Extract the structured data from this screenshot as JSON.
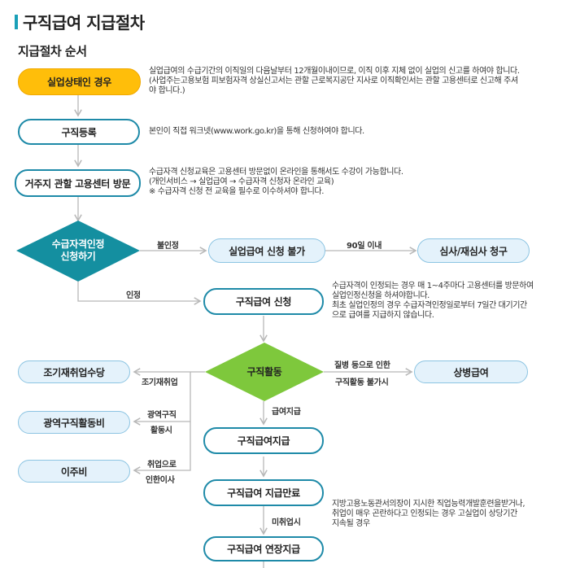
{
  "page": {
    "title": "구직급여 지급절차",
    "section_title": "지급절차 순서"
  },
  "nodes": {
    "unemployed": "실업상태인 경우",
    "job_register": "구직등록",
    "center_visit": "거주지 관할 고용센터 방문",
    "eligibility": [
      "수급자격인정",
      "신청하기"
    ],
    "not_possible": "실업급여 신청 불가",
    "review": "심사/재심사 청구",
    "apply": "구직급여 신청",
    "job_activity": "구직활동",
    "early_employment": "조기재취업수당",
    "wide_area": "광역구직활동비",
    "relocation": "이주비",
    "sickness": "상병급여",
    "payment": "구직급여지급",
    "end": "구직급여 지급만료",
    "extended": "구직급여 연장지급"
  },
  "labels": {
    "not_approved": "불인정",
    "within_90": "90일 이내",
    "approved": "인정",
    "sickness_1": "질병 등으로 인한",
    "sickness_2": "구직활동 불가시",
    "early": "조기재취업",
    "wide_1": "광역구직",
    "wide_2": "활동시",
    "reloc_1": "취업으로",
    "reloc_2": "인한이사",
    "pay": "급여지급",
    "not_employed": "미취업시"
  },
  "notes": {
    "unemployed": [
      "실업급여의 수급기간의 이직일의 다음날부터 12개월이내이므로, 이직 이후 지체 없이 실업의 신고를 하여야 합니다.",
      "(사업주는고용보험 피보험자격 상실신고서는 관할 근로복지공단 지사로 이직확인서는 관할 고용센터로 신고해 주셔",
      "야 합니다.)"
    ],
    "job_register": [
      "본인이 직접 워크넷(www.work.go.kr)을 통해 신청하여야 합니다."
    ],
    "center_visit": [
      "수급자격 신청교육은 고용센터 방문없이 온라인을 통해서도 수강이 가능합니다.",
      "(개인서비스 → 실업급여 → 수급자격 신청자 온라인 교육)",
      "※ 수급자격 신청 전 교육을 필수로 이수하셔야 합니다."
    ],
    "apply": [
      "수급자격이 인정되는 경우 매 1~4주마다 고용센터를 방문하여",
      "실업인정신청을 하셔야합니다.",
      "최초 실업인정의 경우 수급자격인정일로부터 7일간 대기기간",
      "으로 급여를 지급하지 않습니다."
    ],
    "end": [
      "지방고용노동관서의장이 지시한 직업능력개발훈련을받거나,",
      "취업이 매우 곤란하다고 인정되는 경우 고실업이 상당기간",
      "지속될 경우"
    ]
  },
  "colors": {
    "accent": "#1aa0b8",
    "yellow": "#ffbe0a",
    "teal_diamond": "#148fa0",
    "green_diamond": "#7ec83c",
    "border": "#1e8aa8",
    "arrow": "#b8b8b8"
  }
}
